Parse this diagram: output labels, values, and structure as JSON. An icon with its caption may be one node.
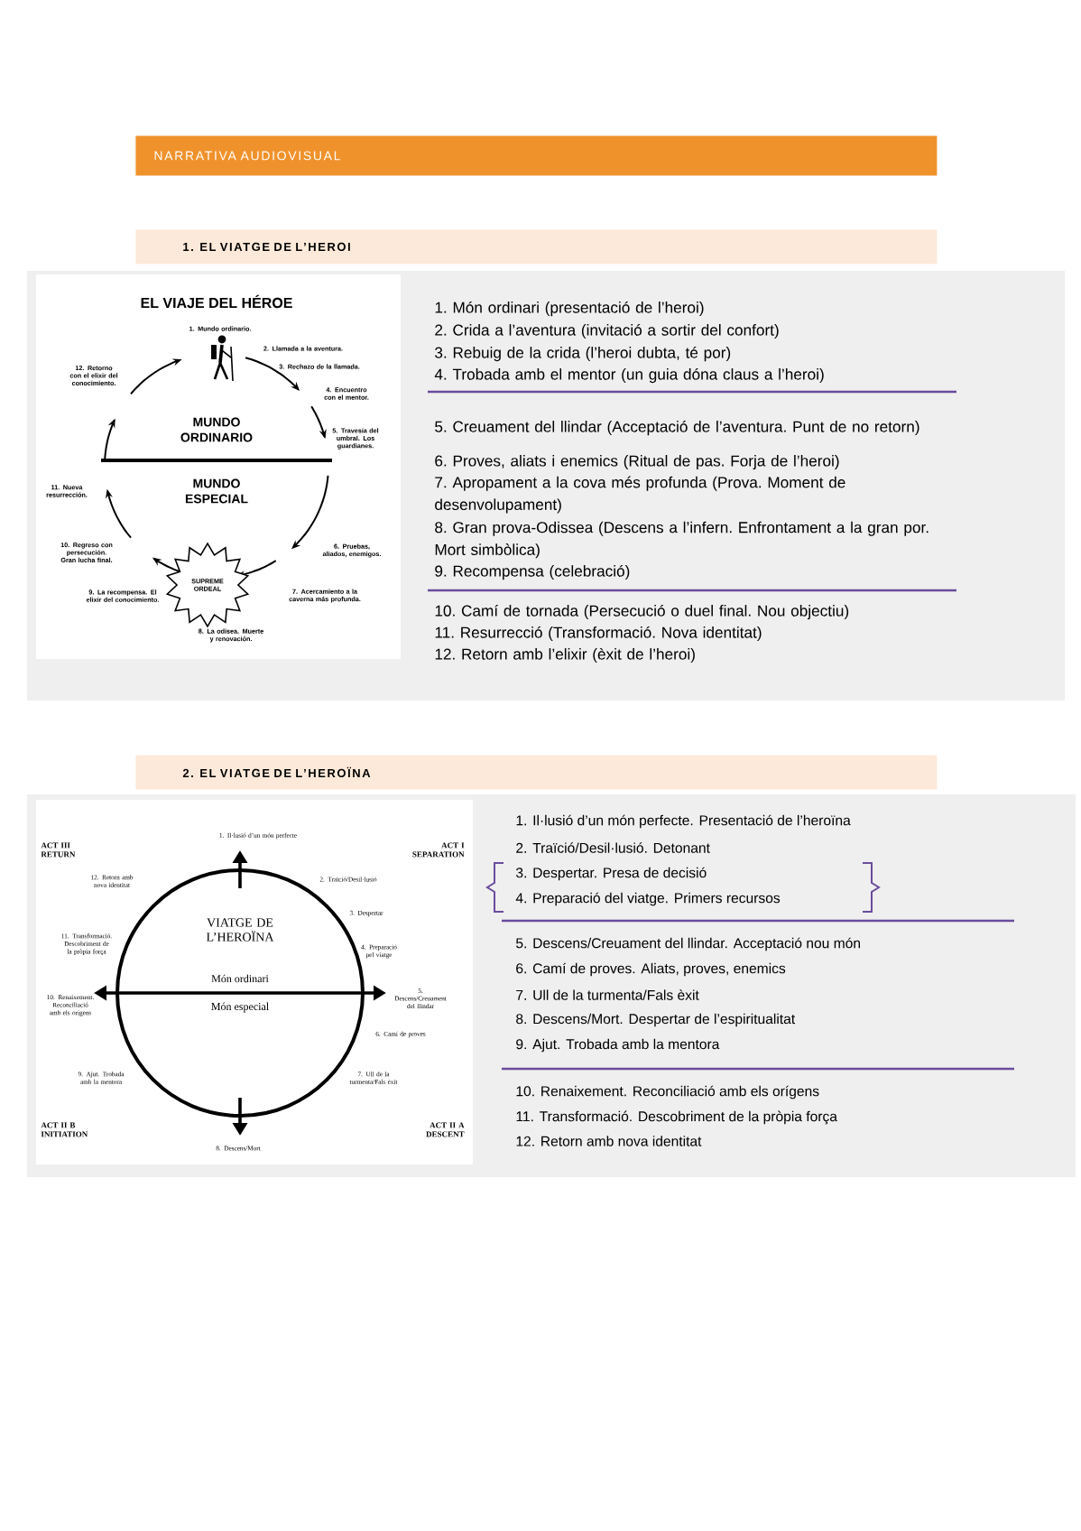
{
  "diagram": {
    "nodes": [
      {
        "text": [
          "NARRATIVA AUDIOVISUAL"
        ]
      },
      {
        "text": [
          "1. EL VIATGE DE L’HEROI"
        ]
      },
      {
        "text": [
          "2. EL VIATGE DE L’HEROÏNA"
        ]
      },
      {
        "text": [
          "SUPREME ORDEAL"
        ]
      }
    ],
    "labels": [
      "EL VIAJE DEL HÉROE",
      "MUNDO ORDINARIO",
      "MUNDO ESPECIAL",
      "1. Mundo ordinario.",
      "2. Llamada a la aventura.",
      "3. Rechazo de la llamada.",
      "4. Encuentro con el mentor.",
      "5. Travesía del umbral. Los guardianes.",
      "6. Pruebas, aliados, enemigos.",
      "7. Acercamiento a la caverna más profunda.",
      "8. La odisea. Muerte y renovación.",
      "9. La recompensa. El elixir del conocimiento.",
      "10. Regreso con persecución. Gran lucha final.",
      "11. Nueva resurrección.",
      "12. Retorno con el elixir del conocimiento.",
      "1. Món ordinari (presentació de l’heroi)",
      "2. Crida a l’aventura (invitació a sortir del confort)",
      "3. Rebuig de la crida (l’heroi dubta, té por)",
      "4. Trobada amb el mentor (un guia dóna claus a l’heroi)",
      "5. Creuament del llindar (Acceptació de l’aventura. Punt de no retorn)",
      "6. Proves, aliats i enemics (Ritual de pas. Forja de l’heroi)",
      "7. Apropament a la cova més profunda (Prova. Moment de desenvolupament)",
      "8. Gran prova-Odissea (Descens a l’infern. Enfrontament a la gran por. Mort simbòlica)",
      "9. Recompensa (celebració)",
      "10. Camí de tornada (Persecució o duel final. Nou objectiu)",
      "11. Resurrecció (Transformació. Nova identitat)",
      "12. Retorn amb l’elixir (èxit de l’heroi)",
      "VIATGE DE L’HEROÏNA",
      "Món ordinari",
      "Món especial",
      "ACT III RETURN",
      "ACT I SEPARATION",
      "ACT II B INITIATION",
      "ACT II A DESCENT",
      "1. Il·lusió d’un món perfecte",
      "2. Traïció/Desil·lusió",
      "3. Despertar",
      "4. Preparació pel viatge",
      "5. Descens/Creuament del llindar",
      "6. Camí de proves",
      "7. Ull de la turmenta/Fals èxit",
      "8. Descens/Mort",
      "9. Ajut. Trobada amb la mentora",
      "10. Renaixement. Reconciliació amb els orígens",
      "11. Transformació. Descobriment de la pròpia força",
      "12. Retorn amb nova identitat",
      "1. Il·lusió d’un món perfecte. Presentació de l’heroïna",
      "2. Traïció/Desil·lusió. Detonant",
      "3. Despertar. Presa de decisió",
      "4. Preparació del viatge. Primers recursos",
      "5. Descens/Creuament del llindar. Acceptació nou món",
      "6. Camí de proves. Aliats, proves, enemics",
      "7. Ull de la turmenta/Fals èxit",
      "8. Descens/Mort. Despertar de l’espiritualitat",
      "9. Ajut. Trobada amb la mentora",
      "10. Renaixement. Reconciliació amb els orígens",
      "11. Transformació. Descobriment de la pròpia força",
      "12. Retorn amb nova identitat"
    ]
  }
}
